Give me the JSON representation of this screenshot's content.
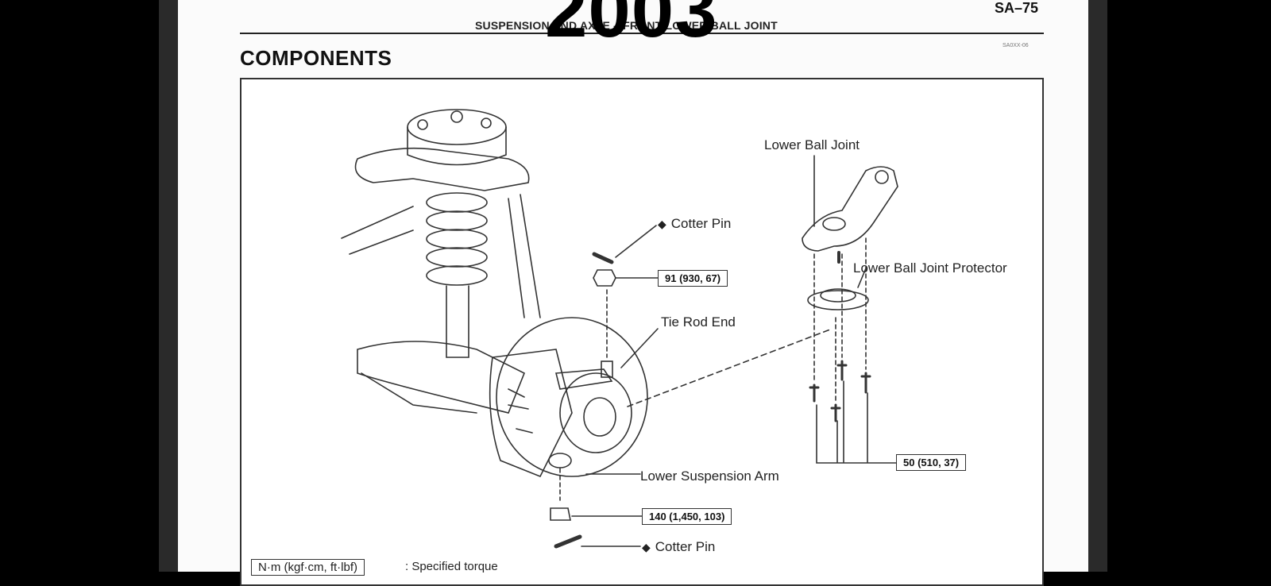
{
  "header": {
    "section": "SUSPENSION AND AXLE – FRONT LOWER BALL JOINT",
    "page_number": "SA–75",
    "figure_code": "SA0XX-06"
  },
  "overlay": {
    "year": "2003"
  },
  "title": "COMPONENTS",
  "labels": {
    "cotter_pin_top": "Cotter Pin",
    "tie_rod_end": "Tie Rod End",
    "lower_ball_joint": "Lower Ball Joint",
    "lower_ball_joint_protector": "Lower Ball Joint Protector",
    "lower_suspension_arm": "Lower Suspension Arm",
    "cotter_pin_bottom": "Cotter Pin",
    "non_reusable_symbol": "◆"
  },
  "torques": {
    "tie_rod_nut": "91 (930, 67)",
    "ball_joint_bolts": "50 (510, 37)",
    "arm_nut": "140 (1,450, 103)"
  },
  "legend": {
    "unit": "N·m (kgf·cm, ft·lbf)",
    "description": ": Specified torque"
  },
  "colors": {
    "background": "#000000",
    "page": "#fbfbfb",
    "ink": "#222222"
  }
}
